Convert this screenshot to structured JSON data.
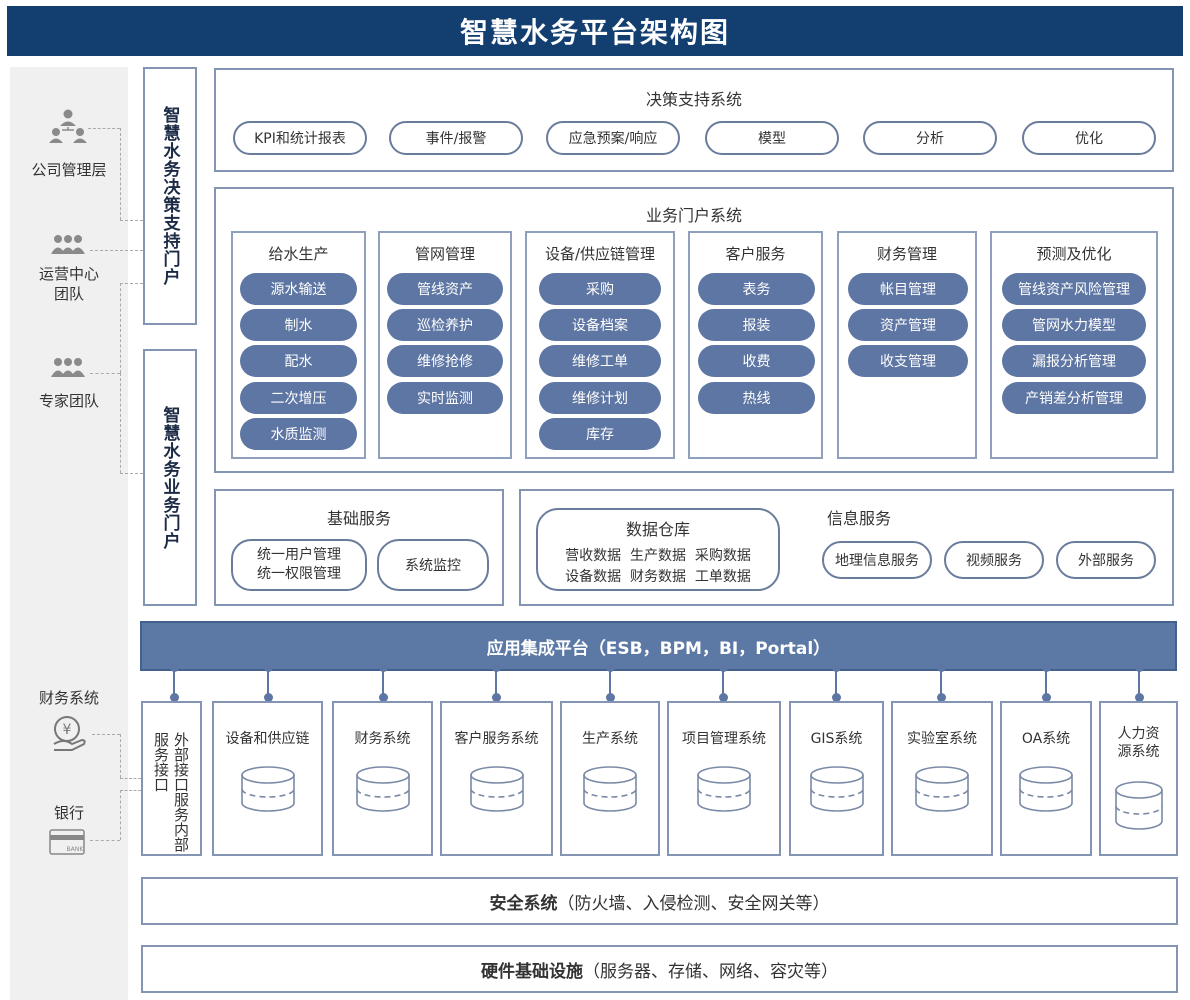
{
  "title": "智慧水务平台架构图",
  "left_users": {
    "management": "公司管理层",
    "operations_line1": "运营中心",
    "operations_line2": "团队",
    "experts": "专家团队",
    "finance": "财务系统",
    "bank": "银行",
    "bank_card_text": "BANK"
  },
  "portals": {
    "decision": "智慧水务决策支持门户",
    "business": "智慧水务业务门户"
  },
  "decision_support": {
    "title": "决策支持系统",
    "items": [
      "KPI和统计报表",
      "事件/报警",
      "应急预案/响应",
      "模型",
      "分析",
      "优化"
    ]
  },
  "business_portal": {
    "title": "业务门户系统",
    "columns": [
      {
        "title": "给水生产",
        "items": [
          "源水输送",
          "制水",
          "配水",
          "二次增压",
          "水质监测"
        ]
      },
      {
        "title": "管网管理",
        "items": [
          "管线资产",
          "巡检养护",
          "维修抢修",
          "实时监测"
        ]
      },
      {
        "title": "设备/供应链管理",
        "items": [
          "采购",
          "设备档案",
          "维修工单",
          "维修计划",
          "库存"
        ]
      },
      {
        "title": "客户服务",
        "items": [
          "表务",
          "报装",
          "收费",
          "热线"
        ]
      },
      {
        "title": "财务管理",
        "items": [
          "帐目管理",
          "资产管理",
          "收支管理"
        ]
      },
      {
        "title": "预测及优化",
        "items": [
          "管线资产风险管理",
          "管网水力模型",
          "漏报分析管理",
          "产销差分析管理"
        ]
      }
    ]
  },
  "basic_services": {
    "title": "基础服务",
    "auth_line1": "统一用户管理",
    "auth_line2": "统一权限管理",
    "monitor": "系统监控"
  },
  "info_services": {
    "title": "信息服务",
    "warehouse_title": "数据仓库",
    "warehouse_row1": "营收数据  生产数据  采购数据",
    "warehouse_row2": "设备数据  财务数据  工单数据",
    "items": [
      "地理信息服务",
      "视频服务",
      "外部服务"
    ]
  },
  "esb": "应用集成平台（ESB，BPM，BI，Portal）",
  "interface": {
    "col_right": "外部接口服务",
    "col_left": "内部服务接口"
  },
  "systems": [
    {
      "label": "设备和供应链"
    },
    {
      "label": "财务系统"
    },
    {
      "label": "客户服务系统"
    },
    {
      "label": "生产系统"
    },
    {
      "label": "项目管理系统"
    },
    {
      "label": "GIS系统"
    },
    {
      "label": "实验室系统"
    },
    {
      "label": "OA系统"
    },
    {
      "label": "人力资源系统",
      "line1": "人力资",
      "line2": "源系统"
    }
  ],
  "security": {
    "bold": "安全系统",
    "rest": "（防火墙、入侵检测、安全网关等）"
  },
  "hardware": {
    "bold": "硬件基础设施",
    "rest": "（服务器、存储、网络、容灾等）"
  },
  "colors": {
    "title_bg": "#133e70",
    "pill_fill": "#5e76a3",
    "esb": "#5c79a6",
    "border": "#8395b3"
  }
}
